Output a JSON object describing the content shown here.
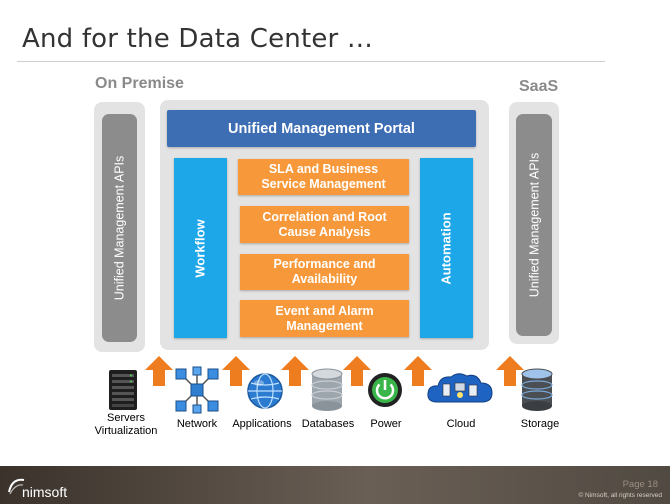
{
  "slide": {
    "title": "And for the Data Center …",
    "page": "Page 18"
  },
  "diagram": {
    "on_premise_label": "On Premise",
    "saas_label": "SaaS",
    "left_api_label": "Unified Management APIs",
    "right_api_label": "Unified Management APIs",
    "portal_label": "Unified Management Portal",
    "workflow_label": "Workflow",
    "automation_label": "Automation",
    "modules": [
      "SLA and Business\nService Management",
      "Correlation and Root\nCause Analysis",
      "Performance and\nAvailability",
      "Event and Alarm\nManagement"
    ],
    "sources": [
      {
        "label": "Servers\nVirtualization",
        "icon": "server-rack-icon"
      },
      {
        "label": "Network",
        "icon": "network-cubes-icon"
      },
      {
        "label": "Applications",
        "icon": "globe-icon"
      },
      {
        "label": "Databases",
        "icon": "database-icon"
      },
      {
        "label": "Power",
        "icon": "power-button-icon"
      },
      {
        "label": "Cloud",
        "icon": "cloud-icon"
      },
      {
        "label": "Storage",
        "icon": "storage-cylinder-icon"
      }
    ],
    "colors": {
      "portal": "#3d6db3",
      "blue_column": "#1da6e8",
      "module": "#f7993b",
      "api_bar": "#8c8c8c",
      "arrow": "#ee7d1f"
    }
  },
  "footer": {
    "logo": "nimsoft",
    "copyright": "© Nimsoft, all rights reserved"
  }
}
